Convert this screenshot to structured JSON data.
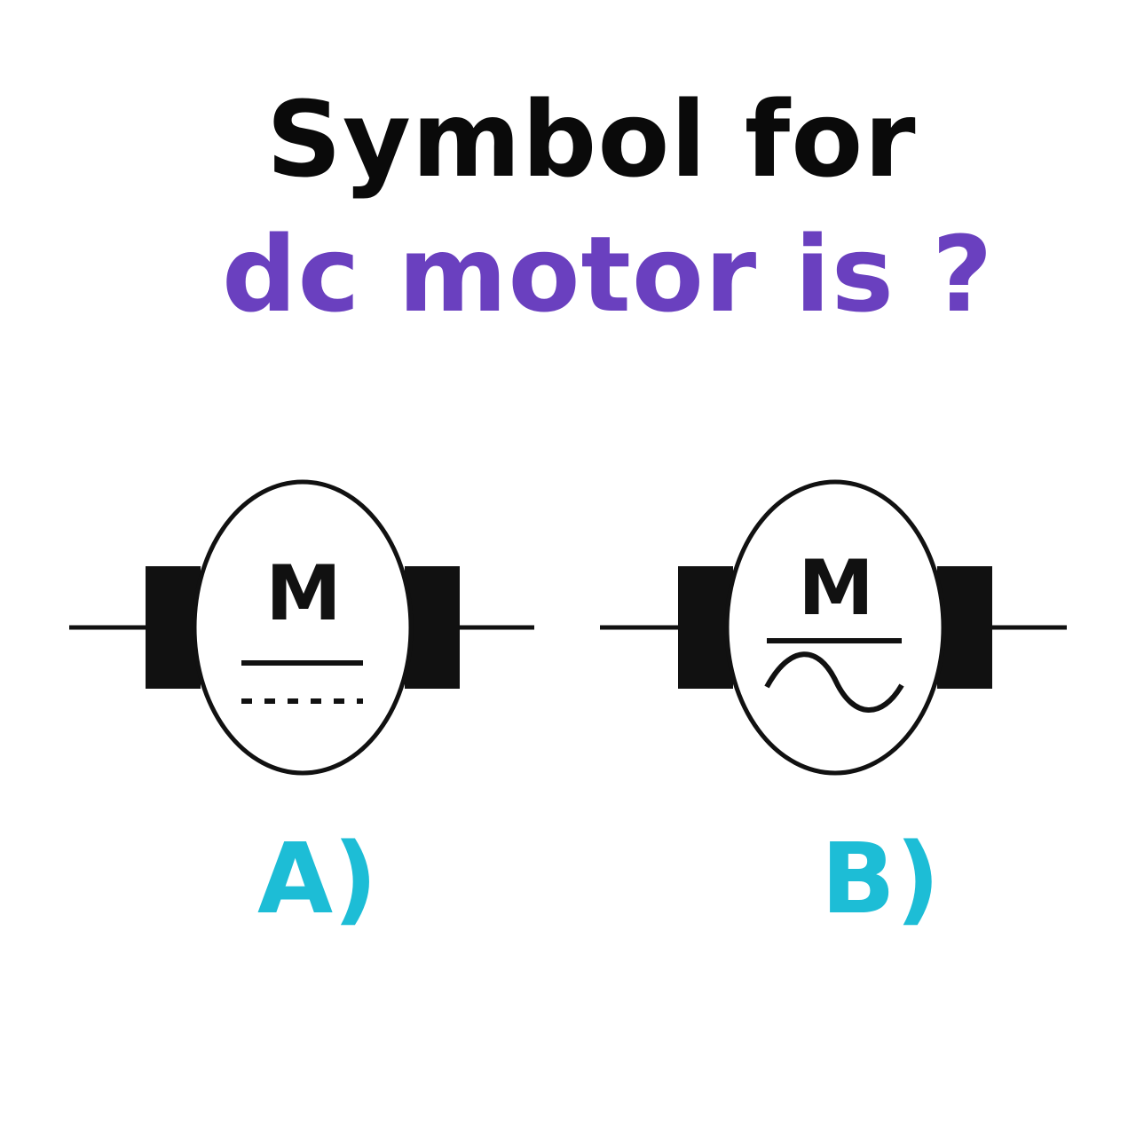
{
  "title": {
    "line1": "Symbol for",
    "line2": "dc motor is ?"
  },
  "options": [
    {
      "label": "A)",
      "symbol_letter": "M",
      "indicator": "dc-solid-and-dashed-lines"
    },
    {
      "label": "B)",
      "symbol_letter": "M",
      "indicator": "ac-line-and-sine-wave"
    }
  ],
  "colors": {
    "title_line1": "#0a0a0a",
    "title_line2": "#6a40bf",
    "option_label": "#1dbdd6",
    "symbol_stroke": "#111111"
  }
}
